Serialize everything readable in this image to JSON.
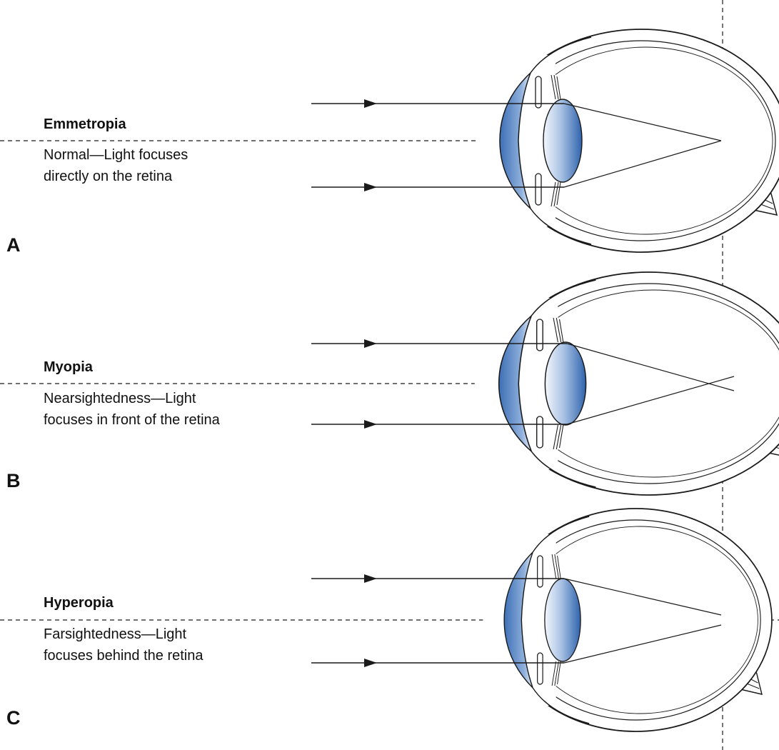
{
  "panels": [
    {
      "letter": "A",
      "title": "Emmetropia",
      "desc_line1": "Normal—Light focuses",
      "desc_line2": "directly on the retina"
    },
    {
      "letter": "B",
      "title": "Myopia",
      "desc_line1": "Nearsightedness—Light",
      "desc_line2": "focuses in front of the retina"
    },
    {
      "letter": "C",
      "title": "Hyperopia",
      "desc_line1": "Farsightedness—Light",
      "desc_line2": "focuses behind the retina"
    }
  ],
  "colors": {
    "lens_blue": "#3f72b8",
    "lens_light": "#eef3fb",
    "line": "#1a1a1a"
  }
}
